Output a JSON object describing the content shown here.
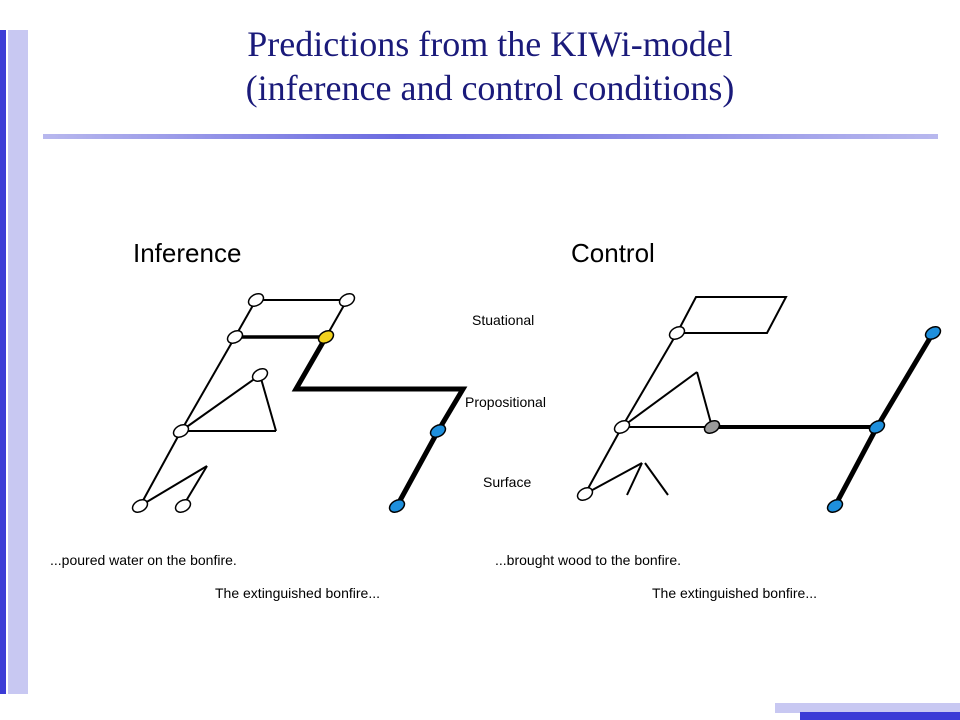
{
  "title": {
    "line1": "Predictions from the KIWi-model",
    "line2": "(inference and control conditions)"
  },
  "levels": {
    "situational": "Stuational",
    "propositional": "Propositional",
    "surface": "Surface"
  },
  "panels": {
    "inference": {
      "title": "Inference",
      "caption1": "...poured water on the bonfire.",
      "caption2": "The extinguished bonfire..."
    },
    "control": {
      "title": "Control",
      "caption1": "...brought wood to the bonfire.",
      "caption2": "The extinguished bonfire..."
    }
  },
  "colors": {
    "title": "#1a1a7a",
    "accent_dark": "#3b3bd6",
    "accent_light": "#c8c8f2",
    "node_blue": "#1e8fdc",
    "node_yellow": "#f2d21e",
    "node_gray": "#9a9a9a"
  }
}
